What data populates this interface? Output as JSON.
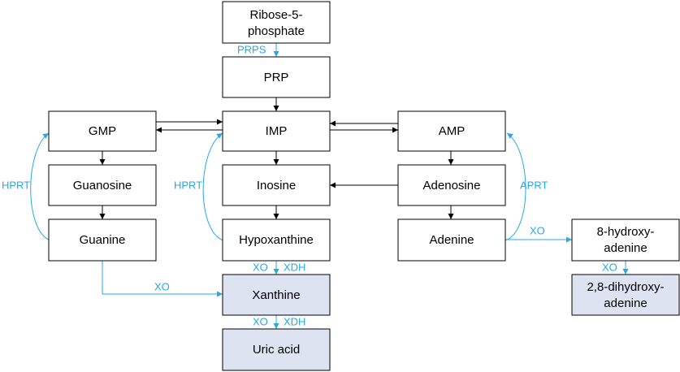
{
  "colors": {
    "highlight_fill": "#dde3f1",
    "enzyme_text": "#29a8e0",
    "box_stroke": "#000000"
  },
  "nodes": {
    "ribose5p": {
      "line1": "Ribose-5-",
      "line2": "phosphate"
    },
    "prp": "PRP",
    "gmp": "GMP",
    "imp": "IMP",
    "amp": "AMP",
    "guanosine": "Guanosine",
    "inosine": "Inosine",
    "adenosine": "Adenosine",
    "guanine": "Guanine",
    "hypoxanthine": "Hypoxanthine",
    "adenine": "Adenine",
    "xanthine": "Xanthine",
    "uric_acid": "Uric acid",
    "hydroxyadenine": {
      "line1": "8-hydroxy-",
      "line2": "adenine"
    },
    "dihydroxyadenine": {
      "line1": "2,8-dihydroxy-",
      "line2": "adenine"
    }
  },
  "enzymes": {
    "prps": "PRPS",
    "hprt_left": "HPRT",
    "hprt_mid": "HPRT",
    "aprt": "APRT",
    "xo_guanine": "XO",
    "xo_hypox": "XO",
    "xdh_hypox": "XDH",
    "xo_xanthine": "XO",
    "xdh_xanthine": "XDH",
    "xo_adenine": "XO",
    "xo_hydroxy": "XO"
  }
}
